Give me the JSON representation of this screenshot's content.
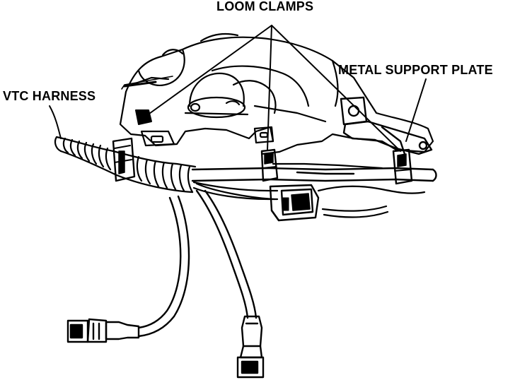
{
  "labels": {
    "loom_clamps": "LOOM CLAMPS",
    "vtc_harness": "VTC HARNESS",
    "metal_support_plate": "METAL SUPPORT PLATE"
  },
  "colors": {
    "ink": "#000000",
    "paper": "#ffffff"
  }
}
